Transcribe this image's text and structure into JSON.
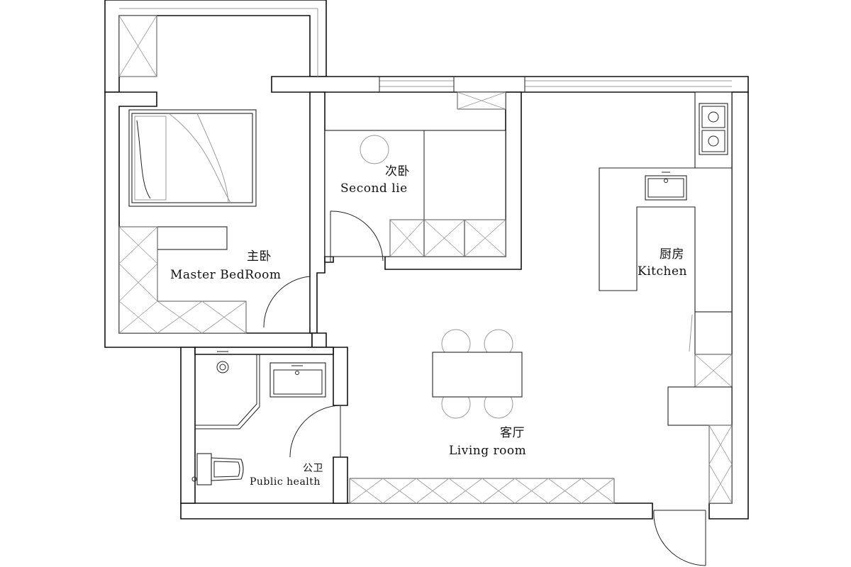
{
  "rooms": {
    "master": {
      "cn": "主卧",
      "en": "Master BedRoom"
    },
    "second": {
      "cn": "次卧",
      "en": "Second lie"
    },
    "kitchen": {
      "cn": "厨房",
      "en": "Kitchen"
    },
    "living": {
      "cn": "客厅",
      "en": "Living room"
    },
    "bath": {
      "cn": "公卫",
      "en": "Public health"
    }
  }
}
